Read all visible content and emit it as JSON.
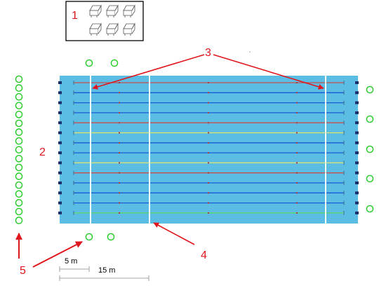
{
  "callouts": [
    "1",
    "2",
    "3",
    "4",
    "5"
  ],
  "scale": {
    "short_label": "5 m",
    "long_label": "15 m"
  },
  "colors": {
    "water": "#5bbde4",
    "lane_blue": "#1a5bd6",
    "lane_green": "#5fdb5f",
    "lane_yellow": "#e4e46a",
    "lane_red": "#c85050",
    "marker": "#b03a3a",
    "callout_red": "#e0161c",
    "circle_green": "#22cc22",
    "block_navy": "#1a2f6a"
  },
  "icons": {
    "seating": "bench-icon",
    "tree": "circle-outline-icon"
  },
  "lane_rope_colors": [
    "red",
    "blue",
    "blue",
    "blue",
    "red",
    "yellow",
    "blue",
    "blue",
    "yellow",
    "red",
    "blue",
    "blue",
    "blue",
    "green"
  ]
}
